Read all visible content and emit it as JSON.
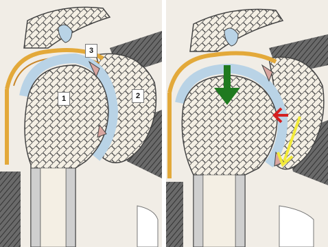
{
  "labels": [
    "1",
    "2",
    "3"
  ],
  "colors": {
    "background": "#f1ede6",
    "bone": "#f4efe4",
    "cortex": "#cfcfcf",
    "cartilage": "#b9d3e6",
    "capsule": "#e3a93a",
    "muscle": "#555555",
    "labrum": "#d9a6a0",
    "arrow_green": "#1f7a1f",
    "arrow_red": "#d42020",
    "arrow_yellow": "#f2ea3a"
  }
}
